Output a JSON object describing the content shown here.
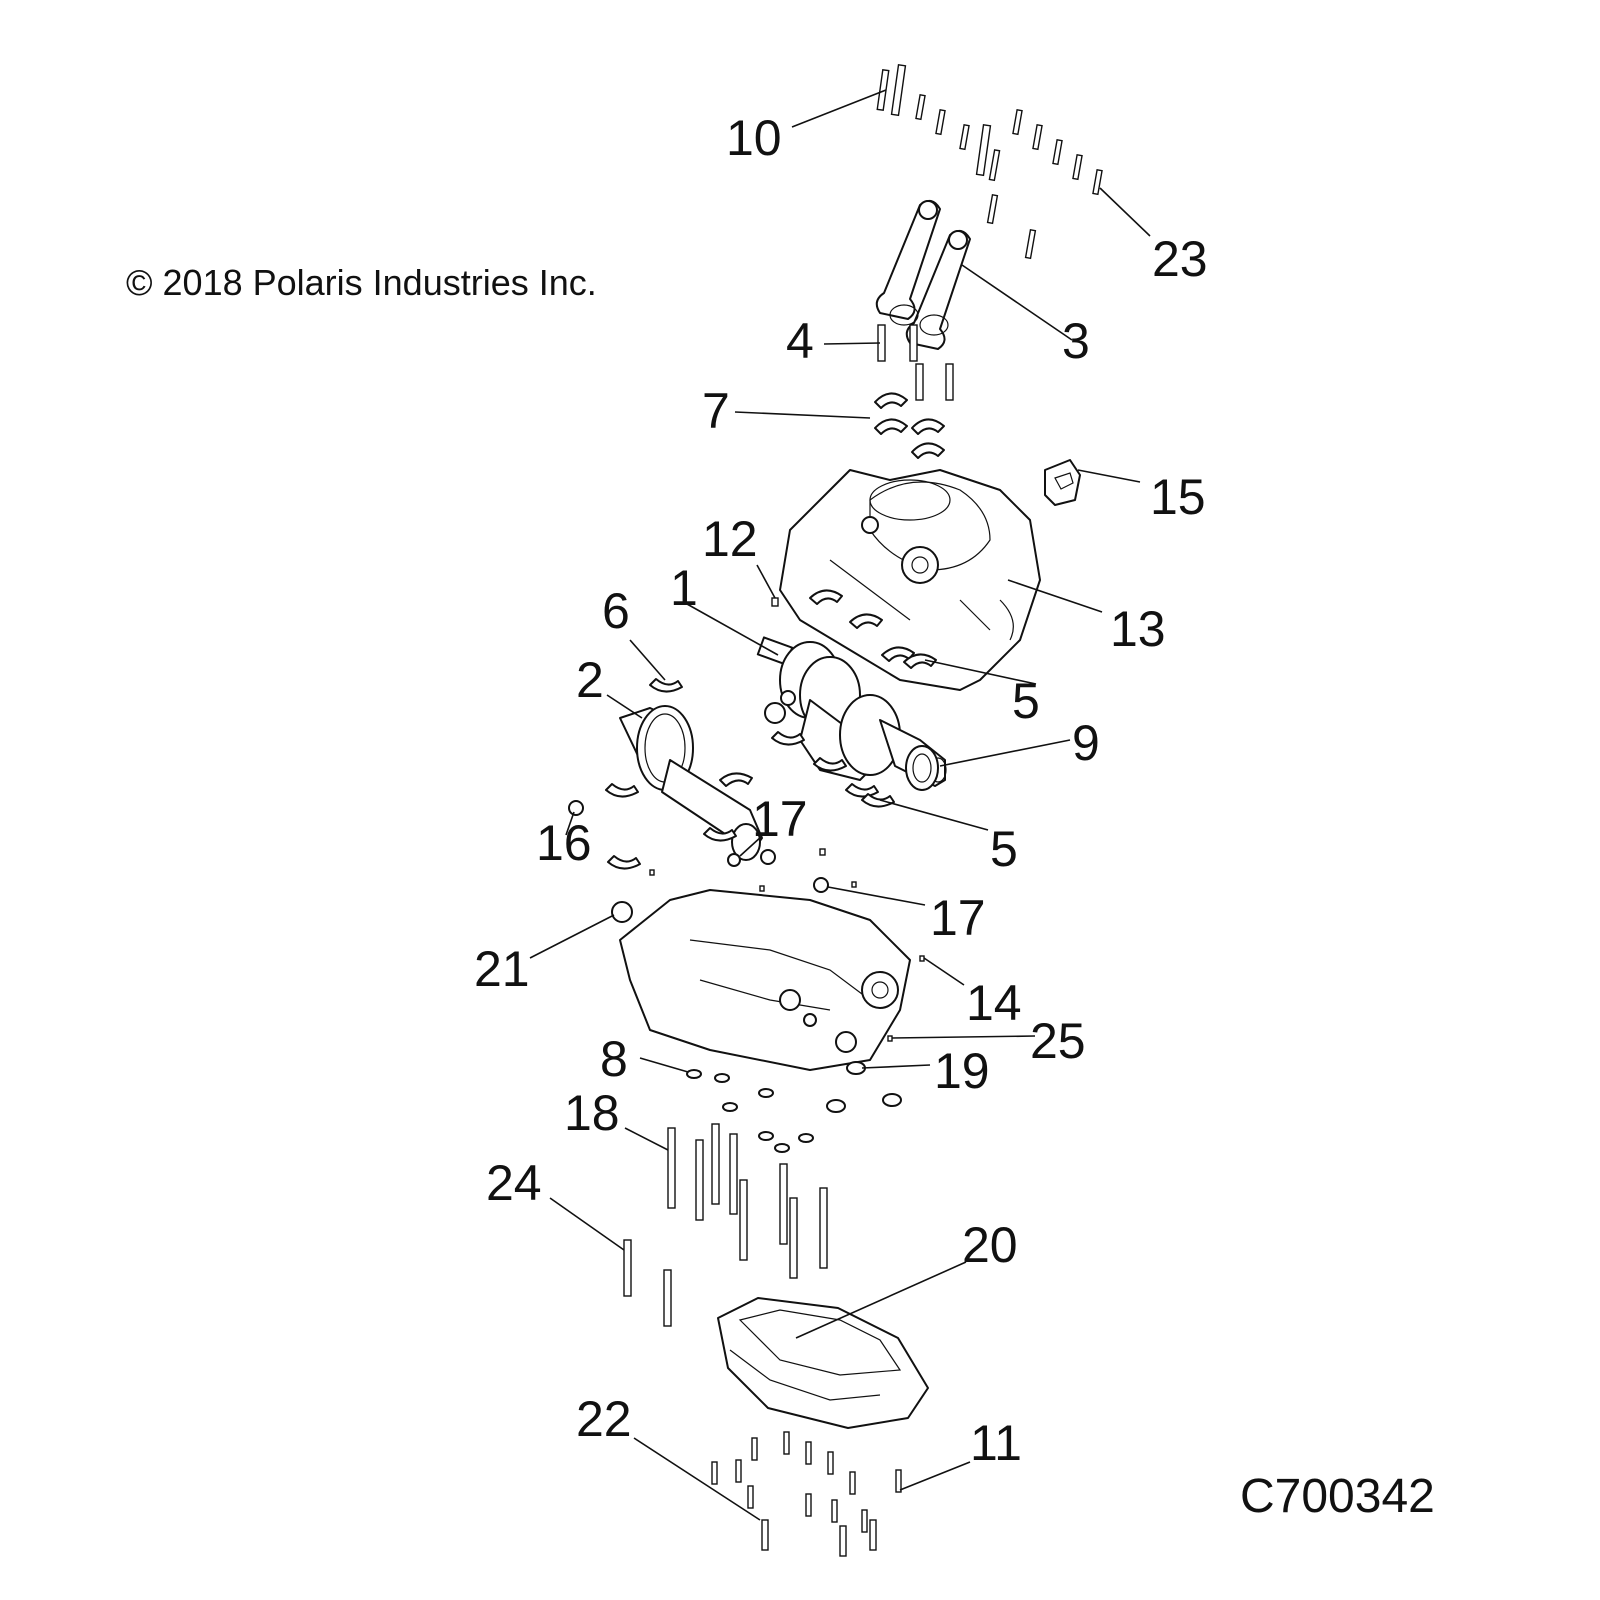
{
  "copyright": "© 2018 Polaris Industries Inc.",
  "figure_id": "C700342",
  "callouts": [
    "1",
    "2",
    "3",
    "4",
    "5",
    "5",
    "6",
    "7",
    "8",
    "9",
    "10",
    "11",
    "12",
    "13",
    "14",
    "15",
    "16",
    "17",
    "17",
    "18",
    "19",
    "20",
    "21",
    "22",
    "23",
    "24",
    "25"
  ]
}
